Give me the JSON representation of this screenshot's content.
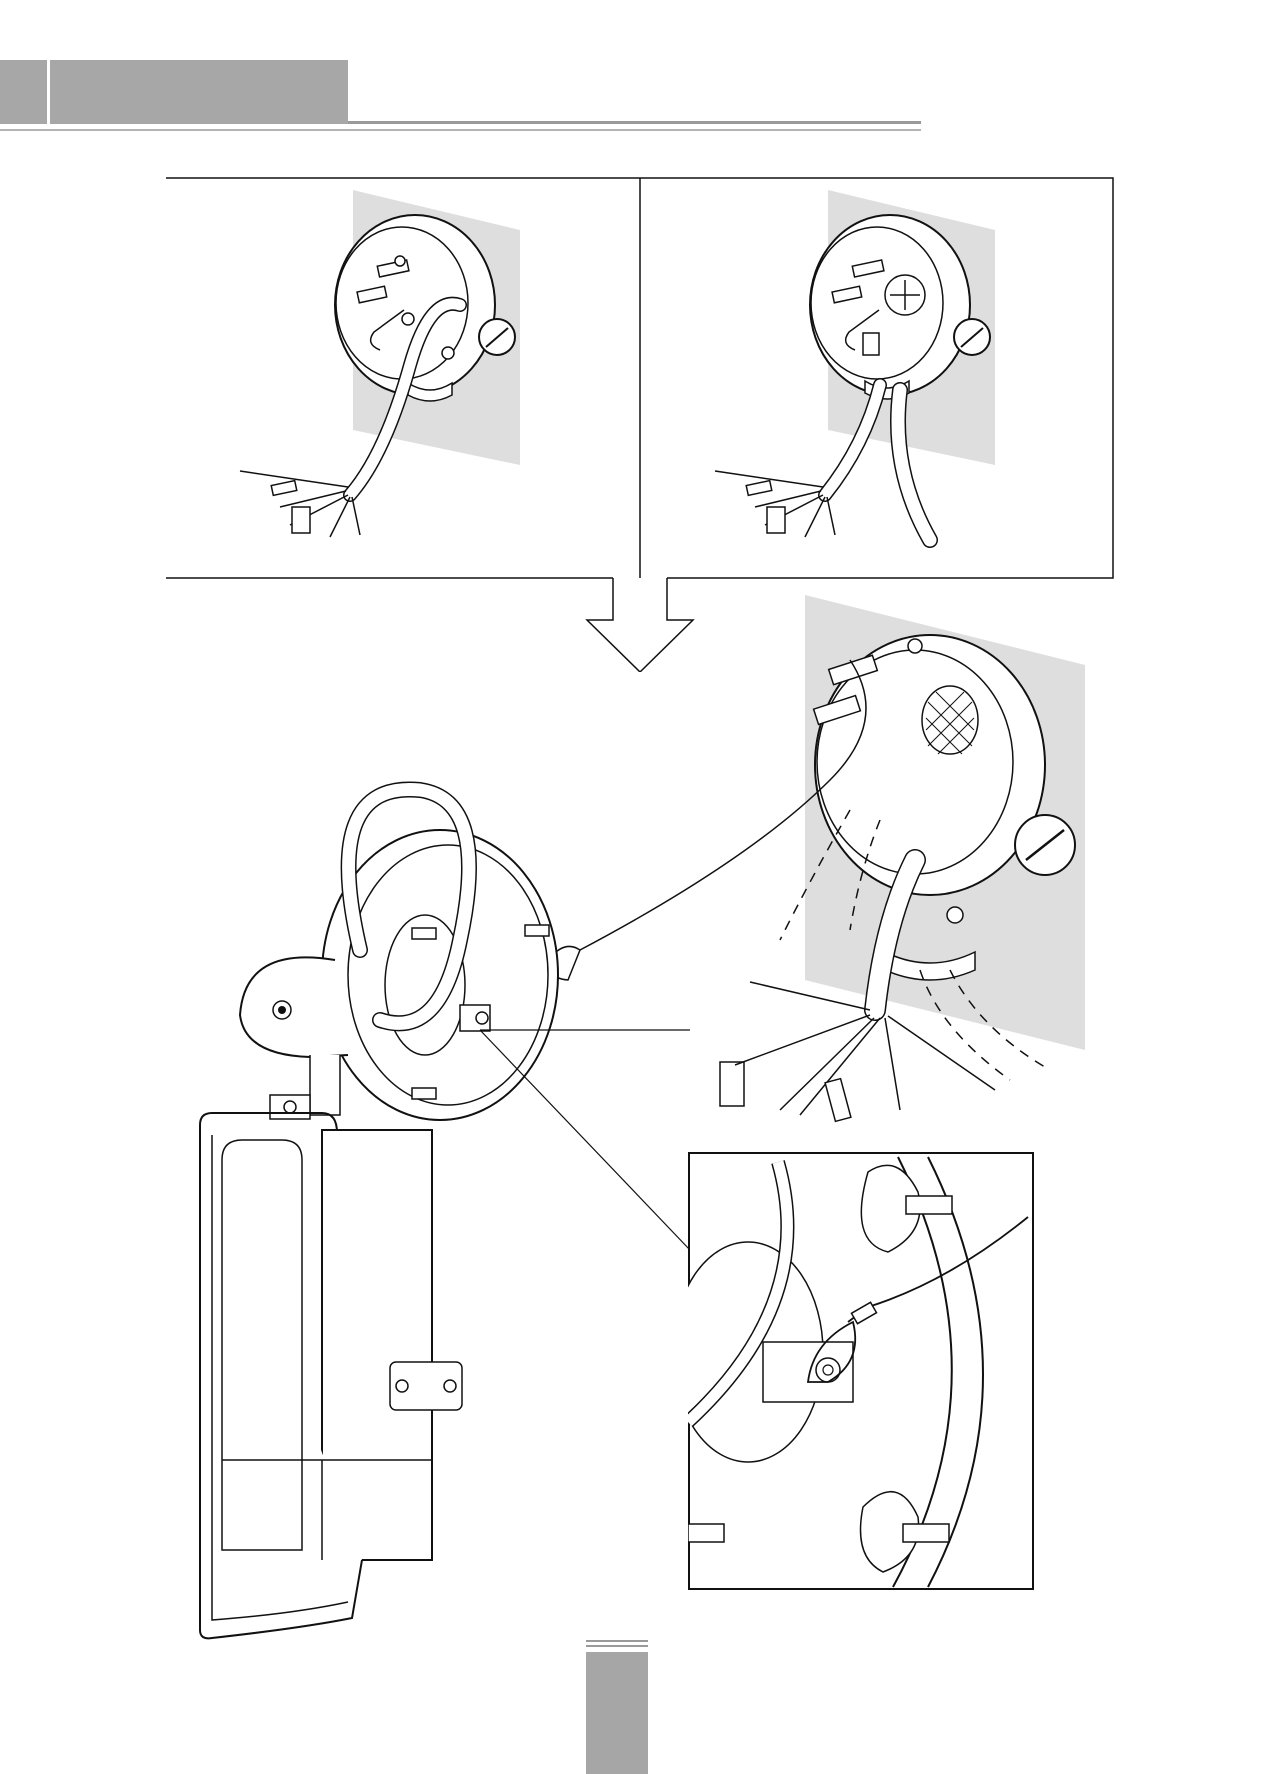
{
  "colors": {
    "header_tab_gray": "#a7a7a7",
    "rule_gray": "#9a9a9a",
    "wall_gray": "#dedede",
    "line_black": "#111111",
    "page_tab_gray": "#a6a6a6"
  },
  "illustrations": [
    {
      "name": "junction-box-step-1",
      "caption": ""
    },
    {
      "name": "junction-box-step-2",
      "caption": ""
    },
    {
      "name": "camera-mount-assembly",
      "caption": ""
    },
    {
      "name": "safety-wire-detail",
      "caption": ""
    }
  ]
}
